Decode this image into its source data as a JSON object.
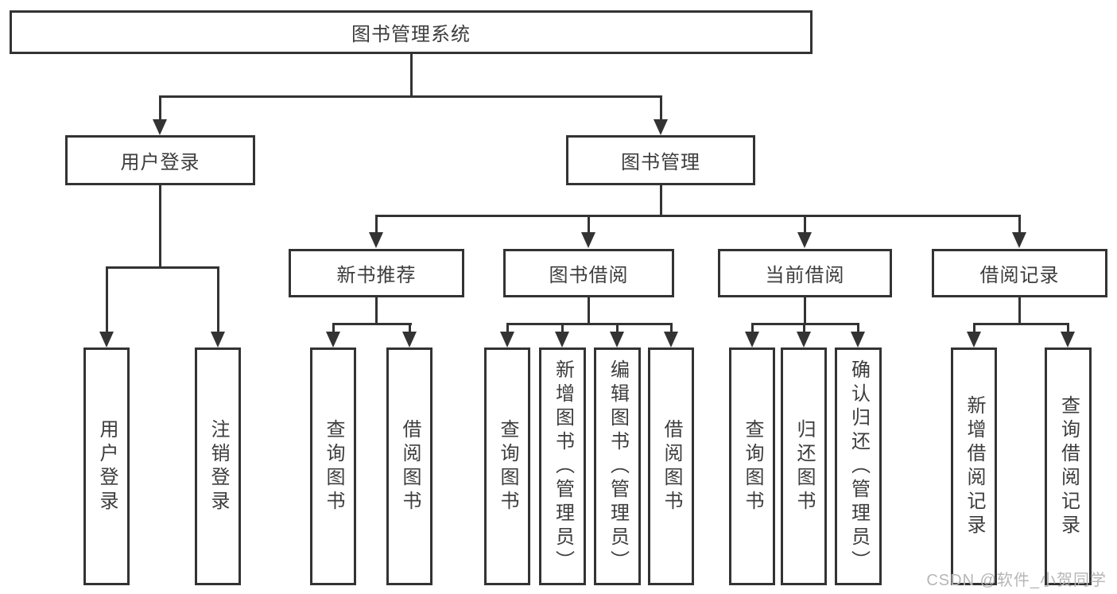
{
  "diagram": {
    "type": "hierarchy-tree",
    "root": {
      "label": "图书管理系统"
    },
    "level1": [
      {
        "label": "用户登录"
      },
      {
        "label": "图书管理"
      }
    ],
    "level2": [
      {
        "label": "新书推荐"
      },
      {
        "label": "图书借阅"
      },
      {
        "label": "当前借阅"
      },
      {
        "label": "借阅记录"
      }
    ],
    "leaves": {
      "user_login": [
        {
          "label": "用户登录"
        },
        {
          "label": "注销登录"
        }
      ],
      "new_book": [
        {
          "label": "查询图书"
        },
        {
          "label": "借阅图书"
        }
      ],
      "book_borrow": [
        {
          "label": "查询图书"
        },
        {
          "label": "新增图书（管理员）"
        },
        {
          "label": "编辑图书（管理员）"
        },
        {
          "label": "借阅图书"
        }
      ],
      "current_borrow": [
        {
          "label": "查询图书"
        },
        {
          "label": "归还图书"
        },
        {
          "label": "确认归还（管理员）"
        }
      ],
      "borrow_record": [
        {
          "label": "新增借阅记录"
        },
        {
          "label": "查询借阅记录"
        }
      ]
    },
    "edges": [
      [
        "图书管理系统",
        "用户登录"
      ],
      [
        "图书管理系统",
        "图书管理"
      ],
      [
        "用户登录",
        "用户登录"
      ],
      [
        "用户登录",
        "注销登录"
      ],
      [
        "图书管理",
        "新书推荐"
      ],
      [
        "图书管理",
        "图书借阅"
      ],
      [
        "图书管理",
        "当前借阅"
      ],
      [
        "图书管理",
        "借阅记录"
      ],
      [
        "新书推荐",
        "查询图书"
      ],
      [
        "新书推荐",
        "借阅图书"
      ],
      [
        "图书借阅",
        "查询图书"
      ],
      [
        "图书借阅",
        "新增图书（管理员）"
      ],
      [
        "图书借阅",
        "编辑图书（管理员）"
      ],
      [
        "图书借阅",
        "借阅图书"
      ],
      [
        "当前借阅",
        "查询图书"
      ],
      [
        "当前借阅",
        "归还图书"
      ],
      [
        "当前借阅",
        "确认归还（管理员）"
      ],
      [
        "借阅记录",
        "新增借阅记录"
      ],
      [
        "借阅记录",
        "查询借阅记录"
      ]
    ],
    "colors": {
      "line": "#333333",
      "text": "#3d3d3d",
      "background": "#ffffff",
      "watermark": "#b6b6b6"
    },
    "watermark": "CSDN @软件_小贺同学"
  }
}
